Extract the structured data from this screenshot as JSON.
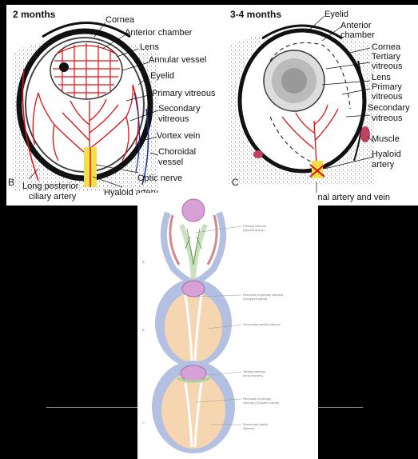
{
  "panel_b": {
    "title": "2 months",
    "letter": "B",
    "labels": {
      "cornea": "Cornea",
      "anterior_chamber": "Anterior chamber",
      "lens": "Lens",
      "annular_vessel": "Annular vessel",
      "eyelid": "Eyelid",
      "primary_vitreous": "Primary vitreous",
      "secondary_vitreous_1": "Secondary",
      "secondary_vitreous_2": "vitreous",
      "vortex_vein": "Vortex vein",
      "choroidal_vessel_1": "Choroidal",
      "choroidal_vessel_2": "vessel",
      "optic_nerve": "Optic nerve",
      "long_posterior_1": "Long posterior",
      "long_posterior_2": "ciliary artery",
      "hyaloid_artery": "Hyaloid artery"
    }
  },
  "panel_c": {
    "title": "3-4 months",
    "letter": "C",
    "labels": {
      "eyelid": "Eyelid",
      "anterior_1": "Anterior",
      "anterior_2": "chamber",
      "cornea": "Cornea",
      "tertiary_1": "Tertiary",
      "tertiary_2": "vitreous",
      "lens": "Lens",
      "primary_1": "Primary",
      "primary_2": "vitreous",
      "secondary_1": "Secondary",
      "secondary_2": "vitreous",
      "muscle": "Muscle",
      "hyaloid_1": "Hyaloid",
      "hyaloid_2": "artery",
      "retinal": "tinal artery and vein"
    }
  },
  "panel_bottom": {
    "letters": [
      "A",
      "B",
      "C"
    ],
    "stage_a": {
      "primary_1": "Primary vitreous",
      "primary_2": "(hyaloid artery)"
    },
    "stage_b": {
      "remnant_1": "Remnant of primary vitreous",
      "remnant_2": "(Cloquet's canal)",
      "secondary": "Secondary (adult) vitreous"
    },
    "stage_c": {
      "tertiary_1": "Tertiary vitreous",
      "tertiary_2": "(lens zonules)",
      "remnant_1": "Remnant of primary",
      "remnant_2": "vitreous (Cloquet's canal)",
      "secondary_1": "Secondary (adult)",
      "secondary_2": "vitreous"
    }
  },
  "colors": {
    "vessel": "#e01010",
    "vein": "#1c2c9e",
    "nerve": "#f2e04a",
    "lens_purple": "#d7a0d6",
    "vitreous_peach": "#f5d6b0",
    "wall_blue": "#b4c0e2"
  }
}
